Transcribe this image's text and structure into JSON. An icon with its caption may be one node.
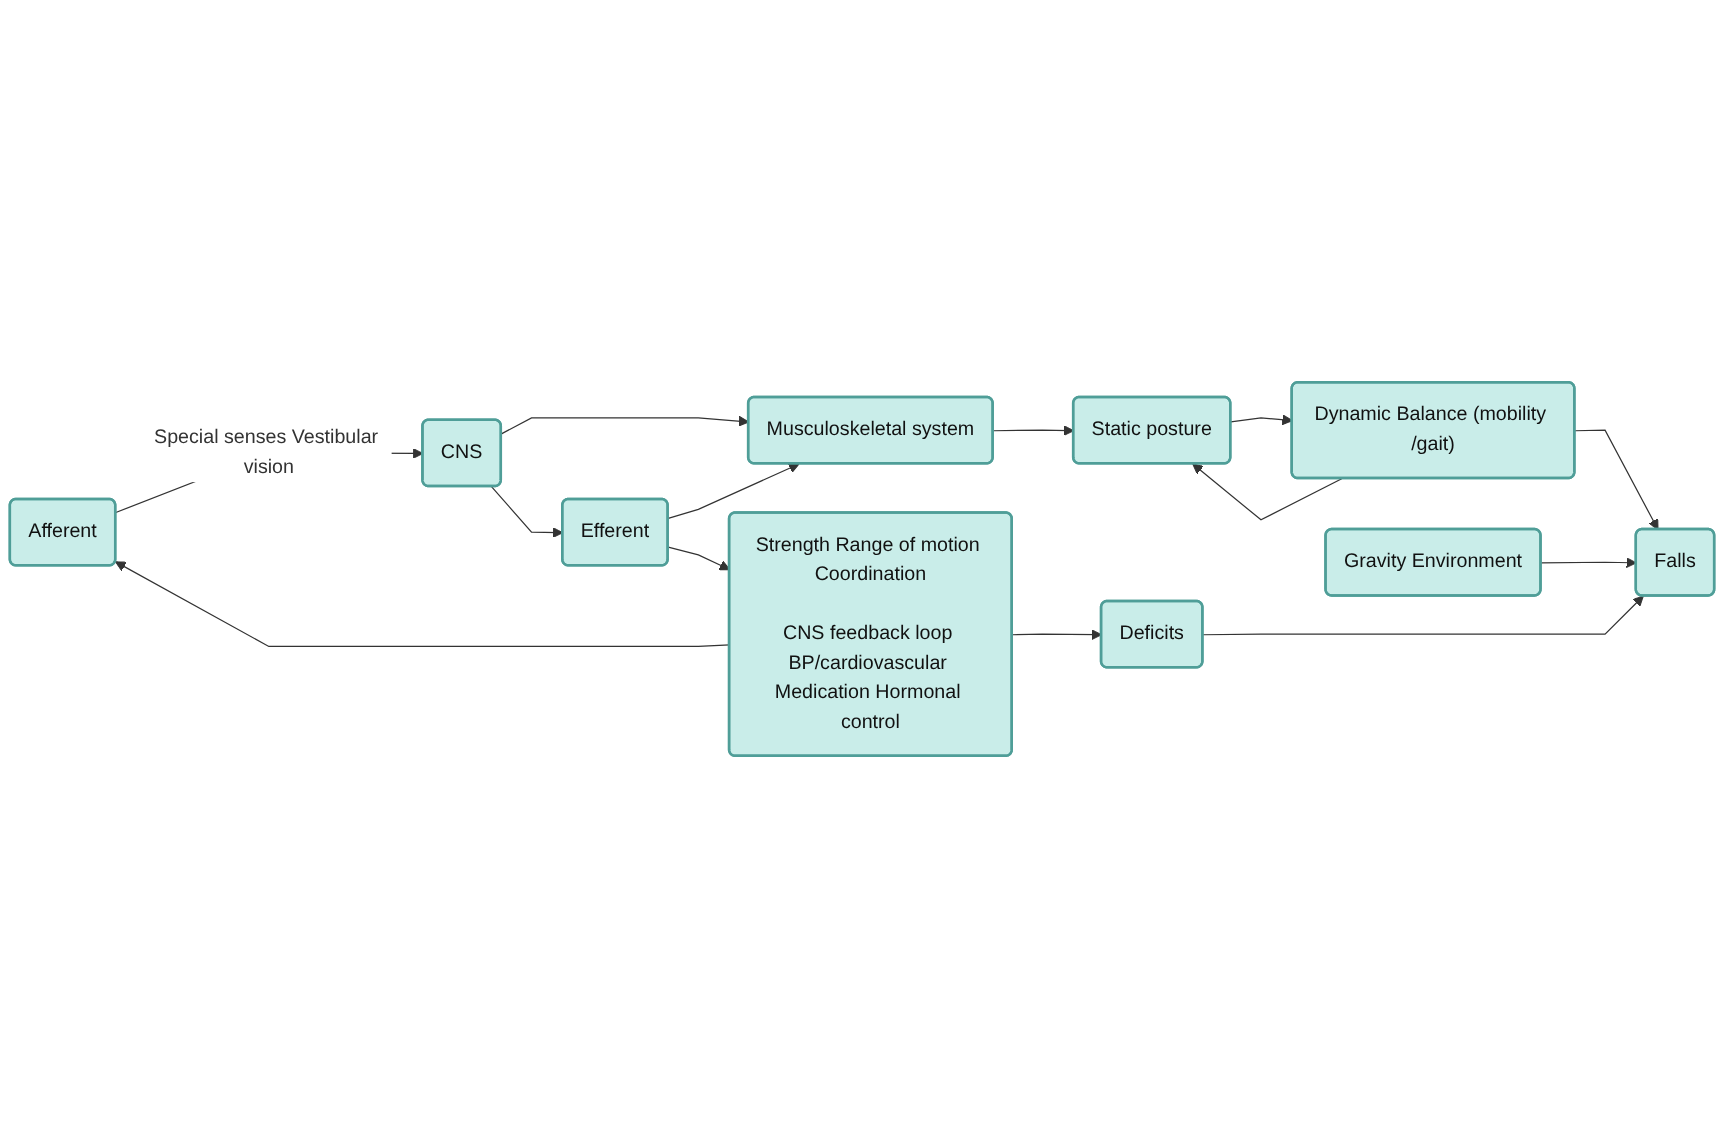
{
  "diagram": {
    "nodes": [
      {
        "text": [
          "Afferent"
        ]
      },
      {
        "text": [
          "Gravity Environment"
        ]
      },
      {
        "text": [
          "CNS"
        ]
      },
      {
        "text": [
          "Musculoskeletal system"
        ]
      },
      {
        "text": [
          "Static posture"
        ]
      },
      {
        "text": [
          "Dynamic Balance (mobility /gait)"
        ]
      },
      {
        "text": [
          "Falls"
        ]
      },
      {
        "text": [
          "Efferent"
        ]
      },
      {
        "text": [
          "Strength Range of motion Coordination",
          "CNS feedback loop BP/cardiovascular Medication Hormonal control"
        ]
      },
      {
        "text": [
          "Deficits"
        ]
      }
    ],
    "edges": [
      {
        "from": 0,
        "to": 2,
        "arrow": "to",
        "label": "Special senses Vestibular vision"
      },
      {
        "from": 2,
        "to": 3,
        "arrow": "to"
      },
      {
        "from": 2,
        "to": 7,
        "arrow": "to"
      },
      {
        "from": 7,
        "to": 3,
        "arrow": "to"
      },
      {
        "from": 3,
        "to": 4,
        "arrow": "to"
      },
      {
        "from": 4,
        "to": 5,
        "arrow": "to"
      },
      {
        "from": 5,
        "to": 4,
        "arrow": "to"
      },
      {
        "from": 5,
        "to": 6,
        "arrow": "to"
      },
      {
        "from": 1,
        "to": 6,
        "arrow": "to"
      },
      {
        "from": 7,
        "to": 8,
        "arrow": "to"
      },
      {
        "from": 8,
        "to": 9,
        "arrow": "to"
      },
      {
        "from": 9,
        "to": 6,
        "arrow": "to"
      },
      {
        "from": 8,
        "to": 0,
        "arrow": "to"
      }
    ]
  }
}
